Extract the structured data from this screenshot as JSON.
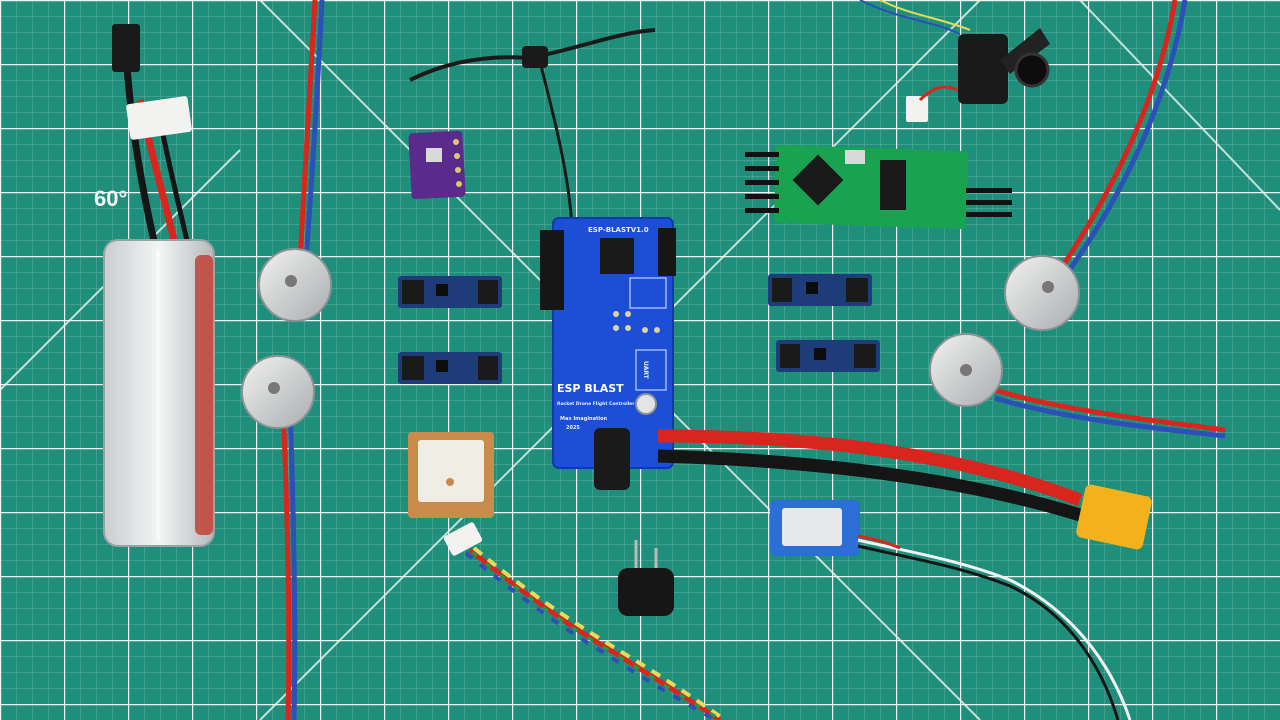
{
  "mat": {
    "angle_label": "60°",
    "base_color": "#1f8f7c",
    "line_color": "#e8f1ea"
  },
  "flight_controller": {
    "header_text": "ESP-BLASTV1.0",
    "brand": "ESP BLAST",
    "subtitle": "Rocket Drone Flight Controller",
    "credit": "Max Imagination",
    "year": "2025",
    "uart_label": "UART",
    "board_color": "#1c4fd6"
  },
  "colors": {
    "wire_red": "#d8261e",
    "wire_black": "#151515",
    "wire_blue": "#2d4fb8",
    "connector_yellow": "#f3b21b",
    "sensor_purple": "#5a2a8c",
    "gps_patch": "#f0ede5",
    "gps_base": "#c98a4a",
    "battery_silver": "#dfe3e4",
    "esc_green": "#19a351"
  }
}
